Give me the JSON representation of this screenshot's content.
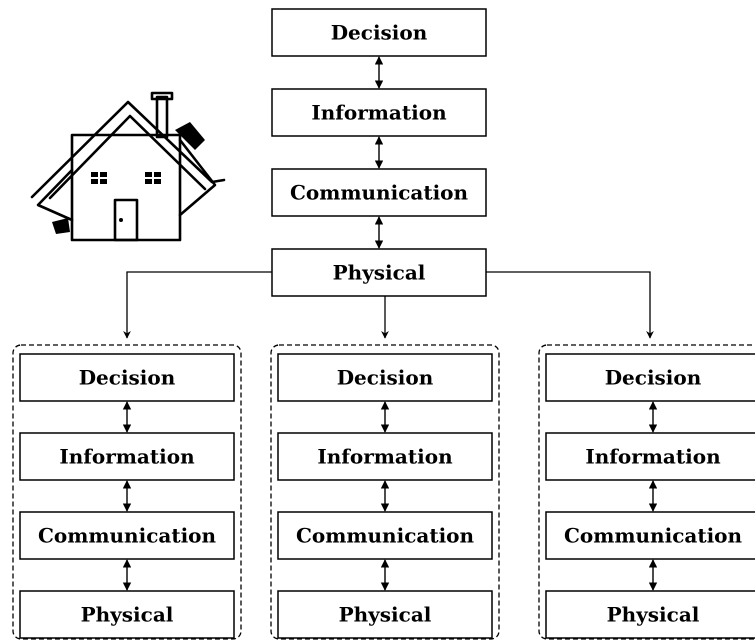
{
  "central_stack": {
    "layers": [
      "Decision",
      "Information",
      "Communication",
      "Physical"
    ]
  },
  "node_stacks": [
    {
      "layers": [
        "Decision",
        "Information",
        "Communication",
        "Physical"
      ]
    },
    {
      "layers": [
        "Decision",
        "Information",
        "Communication",
        "Physical"
      ]
    },
    {
      "layers": [
        "Decision",
        "Information",
        "Communication",
        "Physical"
      ]
    }
  ],
  "icons": {
    "central_node": "house-icon"
  }
}
